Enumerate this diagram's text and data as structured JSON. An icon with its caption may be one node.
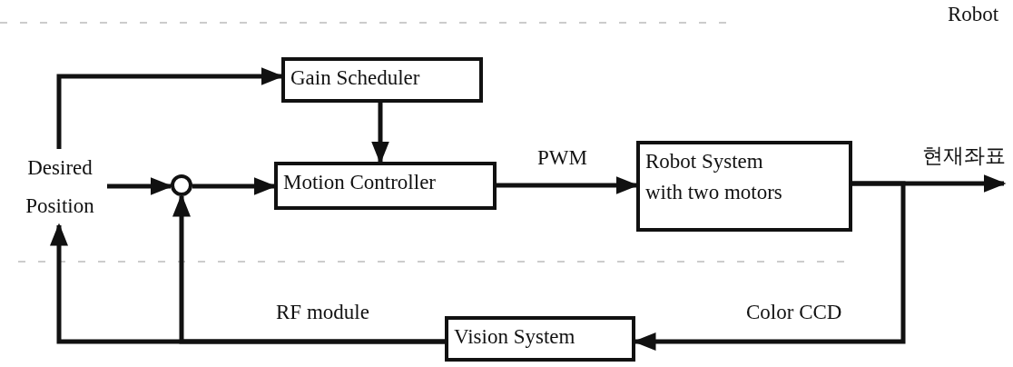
{
  "diagram": {
    "nodes": [
      {
        "text": [
          "Desired Position"
        ]
      },
      {
        "text": [],
        "shape": "circle"
      },
      {
        "text": [
          "Gain Scheduler"
        ]
      },
      {
        "text": [
          "Motion Controller"
        ]
      },
      {
        "text": [
          "Robot System with two motors"
        ]
      },
      {
        "text": [
          "Vision System"
        ]
      }
    ],
    "edges": [
      {
        "from": 0,
        "to": 2,
        "arrow": "to"
      },
      {
        "from": 0,
        "to": 1,
        "arrow": "to"
      },
      {
        "from": 2,
        "to": 3,
        "arrow": "to"
      },
      {
        "from": 1,
        "to": 3,
        "arrow": "to"
      },
      {
        "from": 3,
        "to": 4,
        "arrow": "to",
        "label": "PWM"
      },
      {
        "from": 4,
        "to": null,
        "arrow": "to",
        "label": "현재좌표"
      },
      {
        "from": 4,
        "to": 5,
        "arrow": "to",
        "label": "Color CCD"
      },
      {
        "from": 5,
        "to": 0,
        "arrow": "to",
        "label": "RF module"
      },
      {
        "from": 5,
        "to": 1,
        "arrow": "to"
      }
    ],
    "labels": [
      "Robot"
    ]
  }
}
